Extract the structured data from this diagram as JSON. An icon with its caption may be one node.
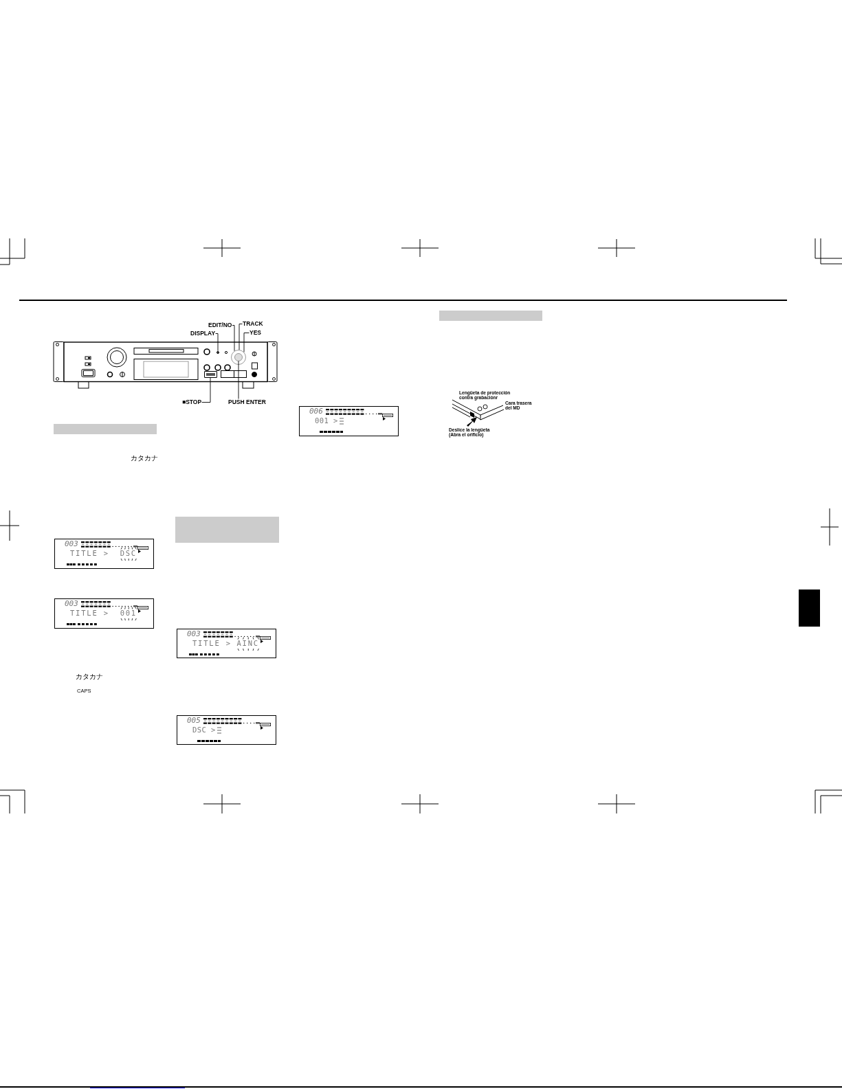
{
  "diagram": {
    "nodes": [
      {
        "text": [
          "EDIT/NO"
        ]
      },
      {
        "text": [
          "TRACK"
        ]
      },
      {
        "text": [
          "DISPLAY"
        ]
      },
      {
        "text": [
          "YES"
        ]
      },
      {
        "text": [],
        "shape": "circle"
      },
      {
        "text": [],
        "shape": "circle"
      },
      {
        "text": [],
        "shape": "circle",
        "in": 5
      },
      {
        "text": [],
        "shape": "box"
      },
      {
        "text": [
          "■STOP"
        ]
      },
      {
        "text": [
          "PUSH ENTER"
        ]
      },
      {
        "text": [],
        "shape": "bar"
      },
      {
        "text": [
          "003",
          "TITLE >",
          "DSC"
        ]
      },
      {
        "text": [
          "003",
          "TITLE >",
          "001"
        ]
      },
      {
        "text": [],
        "shape": "bar"
      },
      {
        "text": [
          "003",
          "TITLE >",
          "AINC"
        ]
      },
      {
        "text": [
          "005",
          "DSC >"
        ]
      },
      {
        "text": [
          "006",
          "001 >"
        ]
      },
      {
        "text": [],
        "shape": "bar"
      }
    ],
    "edges": [
      {
        "from": 0,
        "to": 5,
        "arrow": "none"
      },
      {
        "from": 1,
        "to": 5,
        "arrow": "none"
      },
      {
        "from": 2,
        "to": 4,
        "arrow": "none"
      },
      {
        "from": 3,
        "to": 5,
        "arrow": "none"
      },
      {
        "from": 8,
        "to": 7,
        "arrow": "none"
      },
      {
        "from": 9,
        "to": 6,
        "arrow": "none"
      }
    ],
    "labels": [
      "カタカナ",
      "カタカナ",
      "CAPS",
      "Lengüeta de protección contra grabaciónr",
      "Cara trasera del MD",
      "Deslice la lengüeta (Abra el orificio)"
    ]
  }
}
